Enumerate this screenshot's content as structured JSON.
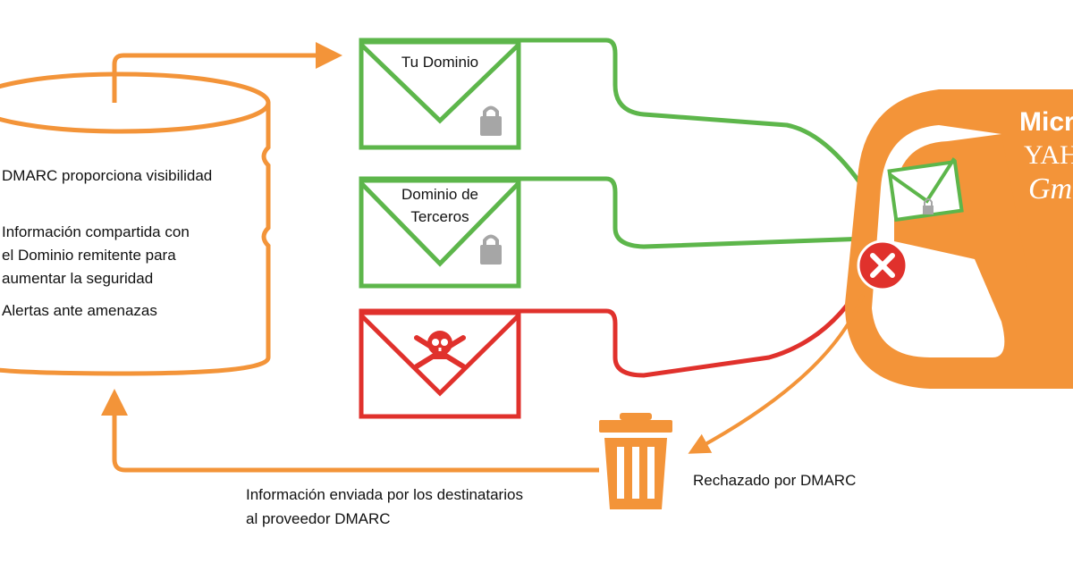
{
  "colors": {
    "orange": "#F39439",
    "green": "#5DB64B",
    "red": "#E0312C",
    "gray": "#A6A6A6",
    "text": "#111111"
  },
  "database": {
    "lines": [
      "DMARC proporciona visibilidad",
      "Información compartida con",
      "el  Dominio remitente para",
      "aumentar la seguridad",
      "Alertas ante amenazas"
    ]
  },
  "envelopes": {
    "own_domain": {
      "label": "Tu Dominio",
      "icon": "lock-icon"
    },
    "third_party": {
      "label_line1": "Dominio de",
      "label_line2": "Terceros",
      "icon": "lock-icon"
    },
    "malicious": {
      "icon": "skull-crossbones-icon"
    }
  },
  "mailbox": {
    "providers": [
      "Micro",
      "YAH",
      "Gm"
    ],
    "accepted_icon": "envelope-lock-icon",
    "rejected_icon": "x-circle-icon"
  },
  "feedback": {
    "line1": "Información enviada por los destinatarios",
    "line2": "al proveedor DMARC"
  },
  "rejected_label": "Rechazado por DMARC",
  "trash_icon": "trash-icon"
}
